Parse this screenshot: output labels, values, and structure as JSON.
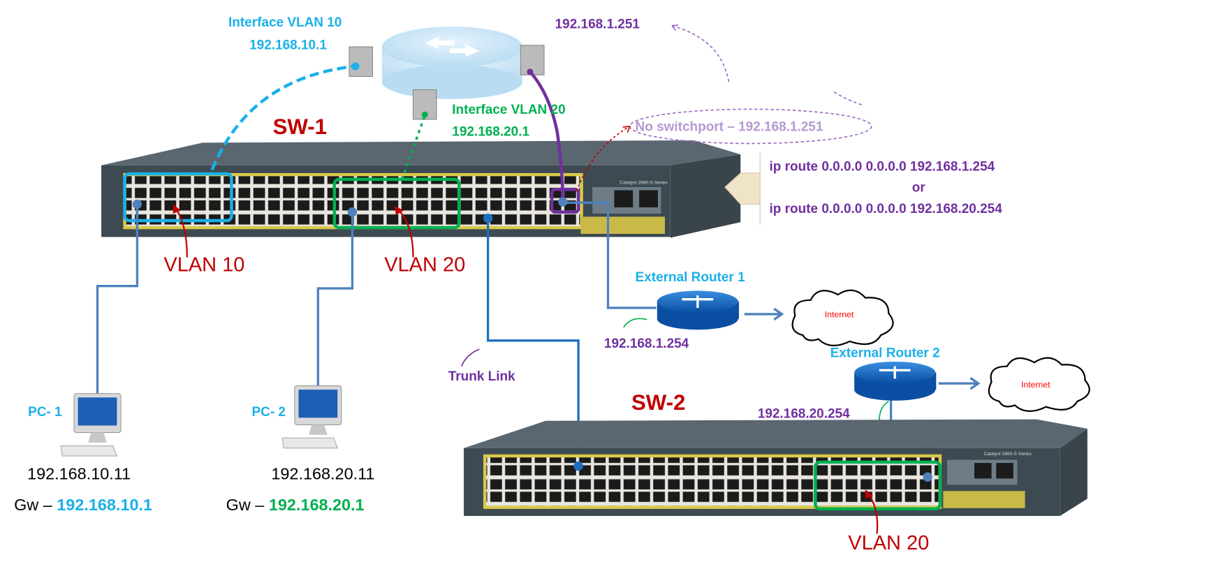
{
  "colors": {
    "vlan10": "#1ab0e8",
    "vlan20": "#00b050",
    "routed": "#7030a0",
    "switch_name": "#c00000",
    "link": "#4f81bd",
    "internet_text": "#ff0000"
  },
  "sw1": {
    "name": "SW-1",
    "model": "Catalyst 2960-S Series",
    "vlan10_label": "VLAN 10",
    "vlan20_label": "VLAN 20",
    "routing": {
      "svi10_title": "Interface VLAN 10",
      "svi10_ip": "192.168.10.1",
      "svi20_title": "Interface VLAN 20",
      "svi20_ip": "192.168.20.1",
      "routed_port_ip": "192.168.1.251",
      "routed_port_note": "No switchport – 192.168.1.251"
    },
    "static_routes": {
      "route1": "ip route 0.0.0.0 0.0.0.0 192.168.1.254",
      "separator": "or",
      "route2": "ip route 0.0.0.0 0.0.0.0 192.168.20.254"
    }
  },
  "sw2": {
    "name": "SW-2",
    "model": "Catalyst 2960-S Series",
    "vlan20_label": "VLAN 20"
  },
  "trunk_label": "Trunk Link",
  "router1": {
    "name": "External Router 1",
    "ip": "192.168.1.254",
    "cloud": "Internet"
  },
  "router2": {
    "name": "External Router 2",
    "ip": "192.168.20.254",
    "cloud": "Internet"
  },
  "pc1": {
    "name": "PC- 1",
    "ip": "192.168.10.11",
    "gw_prefix": "Gw – ",
    "gw": "192.168.10.1"
  },
  "pc2": {
    "name": "PC- 2",
    "ip": "192.168.20.11",
    "gw_prefix": "Gw – ",
    "gw": "192.168.20.1"
  }
}
